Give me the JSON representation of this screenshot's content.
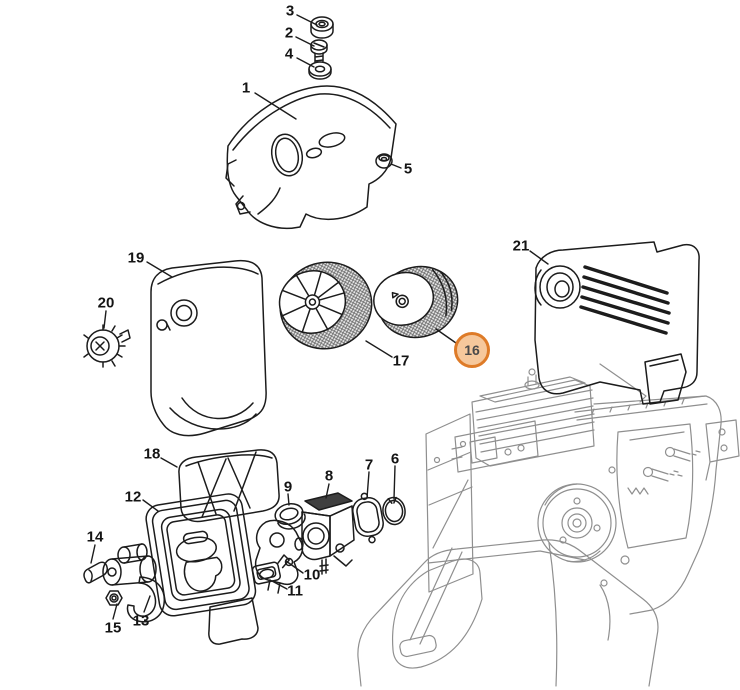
{
  "diagram": {
    "type": "exploded-parts-diagram",
    "background_color": "#ffffff",
    "part_outline_color": "#1c1c1c",
    "assembly_line_color": "#8f8f8f",
    "highlight": {
      "part_number": "16",
      "fill_color": "#f6c89c",
      "ring_color": "#de7b28",
      "number_color": "#4a4a4a"
    },
    "callouts": [
      {
        "label": "1"
      },
      {
        "label": "2"
      },
      {
        "label": "3"
      },
      {
        "label": "4"
      },
      {
        "label": "5"
      },
      {
        "label": "6"
      },
      {
        "label": "7"
      },
      {
        "label": "8"
      },
      {
        "label": "9"
      },
      {
        "label": "10"
      },
      {
        "label": "11"
      },
      {
        "label": "12"
      },
      {
        "label": "13"
      },
      {
        "label": "14"
      },
      {
        "label": "15"
      },
      {
        "label": "16"
      },
      {
        "label": "17"
      },
      {
        "label": "18"
      },
      {
        "label": "19"
      },
      {
        "label": "20"
      },
      {
        "label": "21"
      }
    ]
  }
}
